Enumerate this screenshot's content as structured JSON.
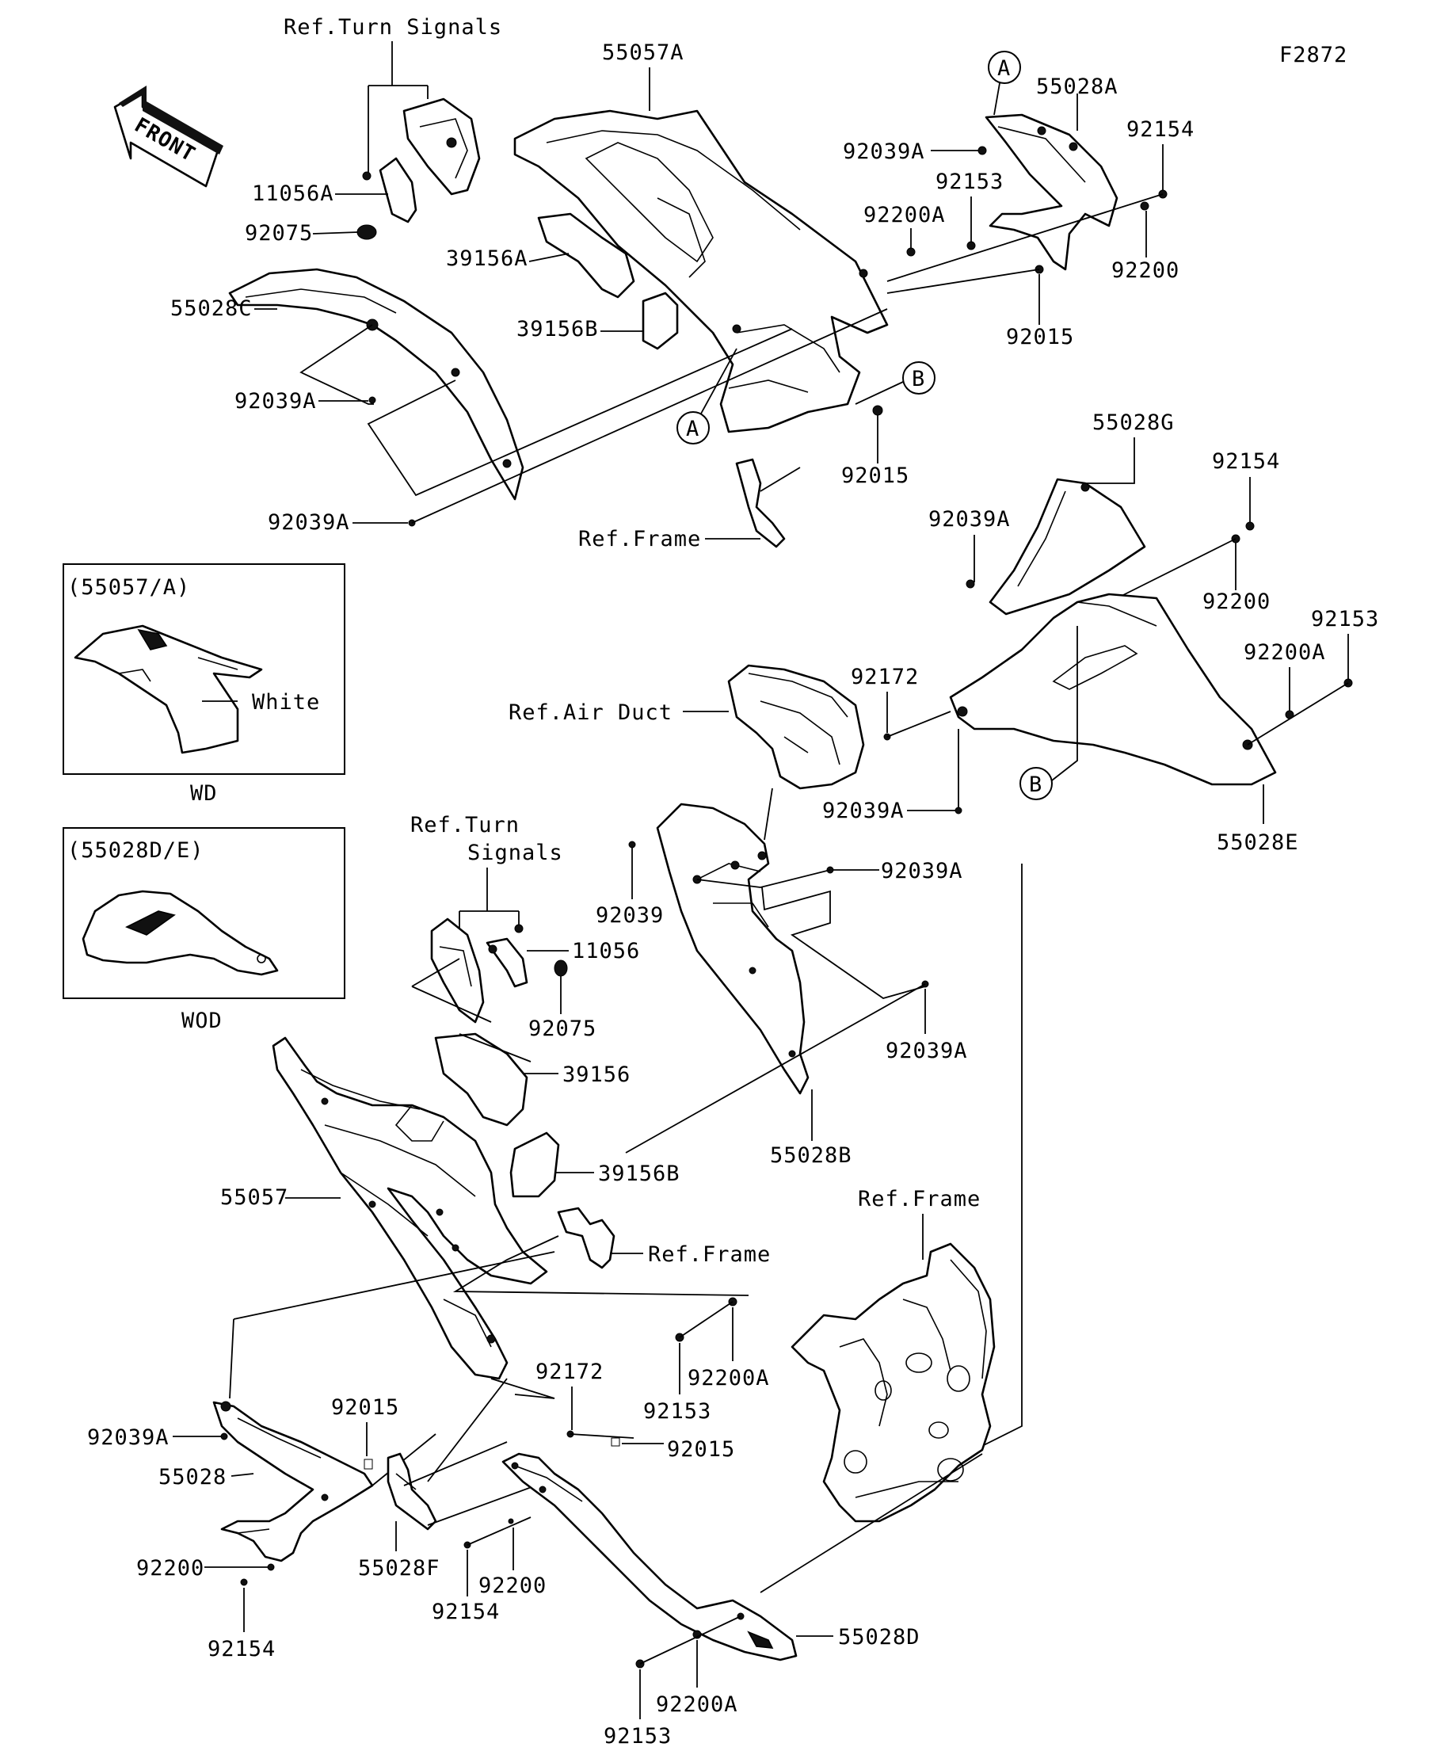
{
  "figure_code": "F2872",
  "front_arrow": "FRONT",
  "labels": {
    "ref_turn_signals_top": "Ref.Turn Signals",
    "p55057A": "55057A",
    "p11056A": "11056A",
    "p92075_top": "92075",
    "p39156A": "39156A",
    "p39156B_top": "39156B",
    "p55028C": "55028C",
    "p92039A_1": "92039A",
    "p92039A_2": "92039A",
    "p55028A": "55028A",
    "p92154_1": "92154",
    "p92039A_3": "92039A",
    "p92153_1": "92153",
    "p92200A_1": "92200A",
    "p92200_1": "92200",
    "p92015_1": "92015",
    "p92015_2": "92015",
    "ref_frame_top": "Ref.Frame",
    "p55028G": "55028G",
    "p92154_2": "92154",
    "p92039A_4": "92039A",
    "p92200_2": "92200",
    "p92153_2": "92153",
    "p92200A_2": "92200A",
    "p92172_1": "92172",
    "p92039A_5": "92039A",
    "p55028E": "55028E",
    "ref_air_duct": "Ref.Air Duct",
    "p92039": "92039",
    "p92039A_6": "92039A",
    "ref_turn_signals_mid_1": "Ref.Turn",
    "ref_turn_signals_mid_2": "Signals",
    "p11056": "11056",
    "p92075_mid": "92075",
    "p92039A_7": "92039A",
    "p39156": "39156",
    "p39156B_mid": "39156B",
    "p55028B": "55028B",
    "p55057": "55057",
    "ref_frame_mid": "Ref.Frame",
    "ref_frame_low": "Ref.Frame",
    "p92153_3": "92153",
    "p92200A_3": "92200A",
    "p92172_2": "92172",
    "p92015_3": "92015",
    "p92015_4": "92015",
    "p92039A_8": "92039A",
    "p55028": "55028",
    "p92200_3": "92200",
    "p92154_3": "92154",
    "p55028F": "55028F",
    "p92200_4": "92200",
    "p92154_4": "92154",
    "p55028D": "55028D",
    "p92200A_4": "92200A",
    "p92153_4": "92153"
  },
  "callouts": {
    "A_top": "A",
    "A_mid": "A",
    "B_top": "B",
    "B_mid": "B"
  },
  "inset_wd": {
    "title": "(55057/A)",
    "note": "White",
    "caption": "WD"
  },
  "inset_wod": {
    "title": "(55028D/E)",
    "caption": "WOD"
  }
}
